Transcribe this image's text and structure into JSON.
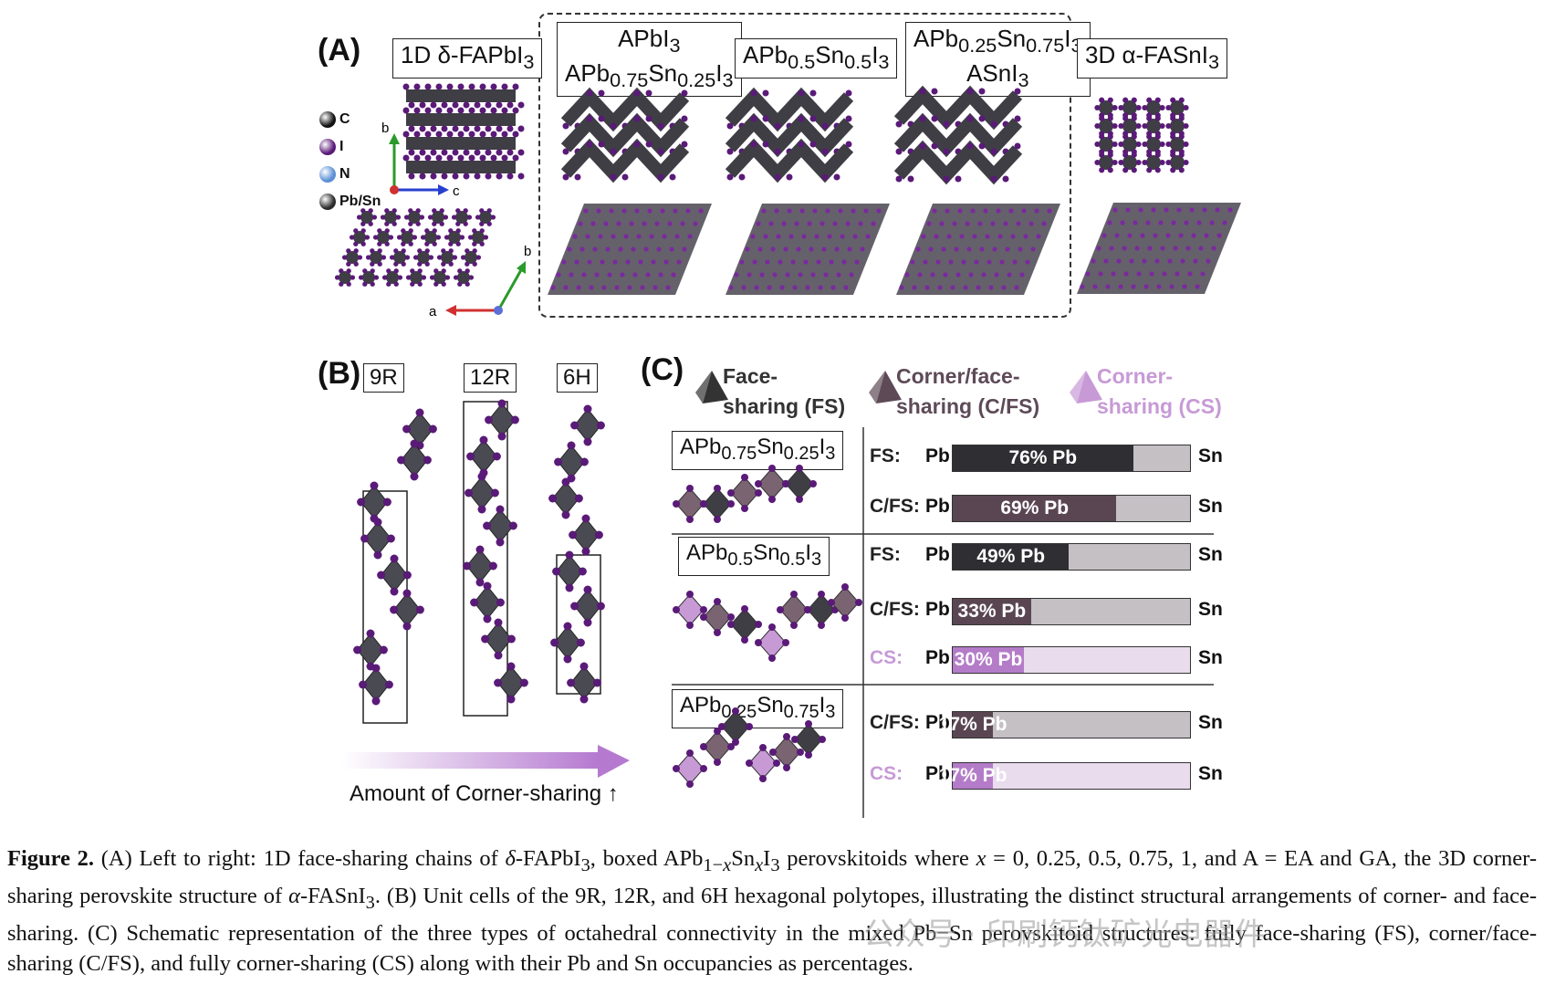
{
  "panel_a": {
    "label": "(A)",
    "boxes": [
      {
        "lines": [
          "1D δ-FAPbI<sub>3</sub>"
        ]
      },
      {
        "lines": [
          "APbI<sub>3</sub>",
          "APb<sub>0.75</sub>Sn<sub>0.25</sub>I<sub>3</sub>"
        ]
      },
      {
        "lines": [
          "APb<sub>0.5</sub>Sn<sub>0.5</sub>I<sub>3</sub>"
        ]
      },
      {
        "lines": [
          "APb<sub>0.25</sub>Sn<sub>0.75</sub>I<sub>3</sub>",
          "ASnI<sub>3</sub>"
        ]
      },
      {
        "lines": [
          "3D α-FASnI<sub>3</sub>"
        ]
      }
    ],
    "legend": [
      {
        "symbol": "C",
        "color": "#111111"
      },
      {
        "symbol": "I",
        "color": "#5a1a78"
      },
      {
        "symbol": "N",
        "color": "#5b8fd6"
      },
      {
        "symbol": "Pb/Sn",
        "color": "#2b2b2b"
      }
    ],
    "axes_top": {
      "b": "b",
      "c": "c"
    },
    "axes_bottom": {
      "a": "a",
      "b": "b"
    }
  },
  "panel_b": {
    "label": "(B)",
    "polytypes": [
      "9R",
      "12R",
      "6H"
    ],
    "arrow_text": "Amount of Corner-sharing ↑"
  },
  "panel_c": {
    "label": "(C)",
    "legend": [
      {
        "lines": [
          "Face-",
          "sharing (FS)"
        ],
        "color": "#333333"
      },
      {
        "lines": [
          "Corner/face-",
          "sharing (C/FS)"
        ],
        "color": "#5e4a57"
      },
      {
        "lines": [
          "Corner-",
          "sharing (CS)"
        ],
        "color": "#c79ad6"
      }
    ],
    "compounds": [
      "APb<sub>0.75</sub>Sn<sub>0.25</sub>I<sub>3</sub>",
      "APb<sub>0.5</sub>Sn<sub>0.5</sub>I<sub>3</sub>",
      "APb<sub>0.25</sub>Sn<sub>0.75</sub>I<sub>3</sub>"
    ],
    "left_end": "Pb",
    "right_end": "Sn",
    "bars": [
      {
        "type": "FS:",
        "pb": 76,
        "text": "76% Pb",
        "kind": "fs"
      },
      {
        "type": "C/FS:",
        "pb": 69,
        "text": "69% Pb",
        "kind": "cfs"
      },
      {
        "type": "FS:",
        "pb": 49,
        "text": "49% Pb",
        "kind": "fs"
      },
      {
        "type": "C/FS:",
        "pb": 33,
        "text": "33% Pb",
        "kind": "cfs"
      },
      {
        "type": "CS:",
        "pb": 30,
        "text": "30% Pb",
        "kind": "cs"
      },
      {
        "type": "C/FS:",
        "pb": 17,
        "text": "17% Pb",
        "kind": "cfs"
      },
      {
        "type": "CS:",
        "pb": 17,
        "text": "17% Pb",
        "kind": "cs"
      }
    ]
  },
  "caption": "<b>Figure 2.</b> (A) Left to right: 1D face-sharing chains of <i>δ</i>-FAPbI<sub>3</sub>, boxed APb<sub>1−<i>x</i></sub>Sn<sub><i>x</i></sub>I<sub>3</sub> perovskitoids where <i>x</i> = 0, 0.25, 0.5, 0.75, 1, and A = EA and GA, the 3D corner-sharing perovskite structure of <i>α</i>-FASnI<sub>3</sub>. (B) Unit cells of the 9R, 12R, and 6H hexagonal polytopes, illustrating the distinct structural arrangements of corner- and face-sharing. (C) Schematic representation of the three types of octahedral connectivity in the mixed Pb−Sn perovskitoid structures: fully face-sharing (FS), corner/face-sharing (C/FS), and fully corner-sharing (CS) along with their Pb and Sn occupancies as percentages.",
  "watermark": "公众号 · 印刷钙钛矿光电器件"
}
